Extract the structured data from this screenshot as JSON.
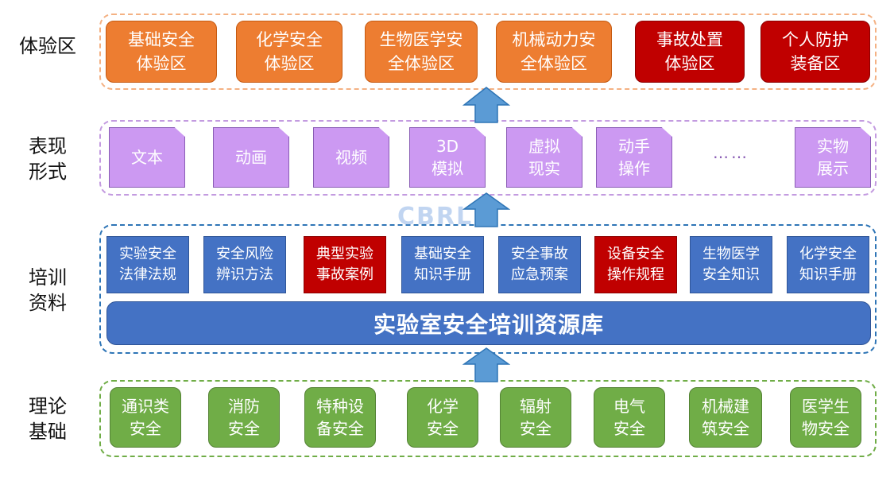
{
  "row_labels": {
    "experience": "体验区",
    "forms": "表现\n形式",
    "materials": "培训\n资料",
    "theory": "理论\n基础"
  },
  "experience_zones": [
    {
      "label": "基础安全\n体验区",
      "color": "#ed7d31"
    },
    {
      "label": "化学安全\n体验区",
      "color": "#ed7d31"
    },
    {
      "label": "生物医学安\n全体验区",
      "color": "#ed7d31"
    },
    {
      "label": "机械动力安\n全体验区",
      "color": "#ed7d31"
    },
    {
      "label": "事故处置\n体验区",
      "color": "#c00000"
    },
    {
      "label": "个人防护\n装备区",
      "color": "#c00000"
    }
  ],
  "forms": [
    "文本",
    "动画",
    "视频",
    "3D\n模拟",
    "虚拟\n现实",
    "动手\n操作",
    "实物\n展示"
  ],
  "forms_ellipsis": "……",
  "materials": [
    {
      "label": "实验安全\n法律法规",
      "color": "#4472c4"
    },
    {
      "label": "安全风险\n辨识方法",
      "color": "#4472c4"
    },
    {
      "label": "典型实验\n事故案例",
      "color": "#c00000"
    },
    {
      "label": "基础安全\n知识手册",
      "color": "#4472c4"
    },
    {
      "label": "安全事故\n应急预案",
      "color": "#4472c4"
    },
    {
      "label": "设备安全\n操作规程",
      "color": "#c00000"
    },
    {
      "label": "生物医学\n安全知识",
      "color": "#4472c4"
    },
    {
      "label": "化学安全\n知识手册",
      "color": "#4472c4"
    }
  ],
  "resource_bar": "实验室安全培训资源库",
  "theory": [
    "通识类\n安全",
    "消防\n安全",
    "特种设\n备安全",
    "化学\n安全",
    "辐射\n安全",
    "电气\n安全",
    "机械建\n筑安全",
    "医学生\n物安全"
  ],
  "watermark": "CBRL"
}
